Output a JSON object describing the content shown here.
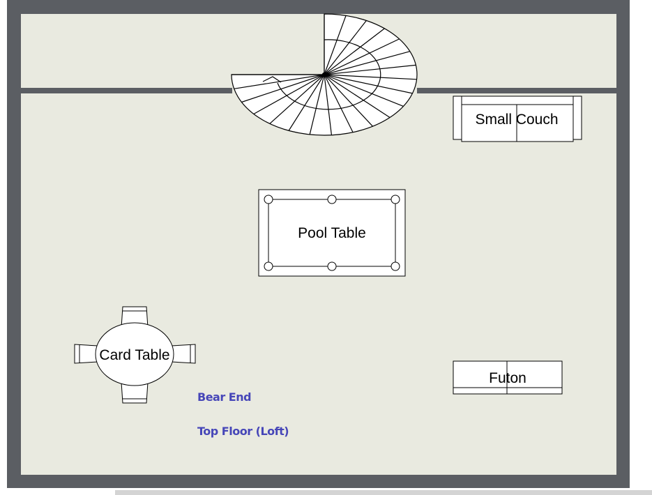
{
  "plan": {
    "furniture": {
      "small_couch": "Small Couch",
      "pool_table": "Pool Table",
      "card_table": "Card Table",
      "futon": "Futon"
    },
    "notes": {
      "bear_end": "Bear End",
      "floor_name": "Top Floor (Loft)"
    }
  },
  "colors": {
    "wall": "#5b5e63",
    "floor": "#e9eae0",
    "note": "#4646b8"
  }
}
